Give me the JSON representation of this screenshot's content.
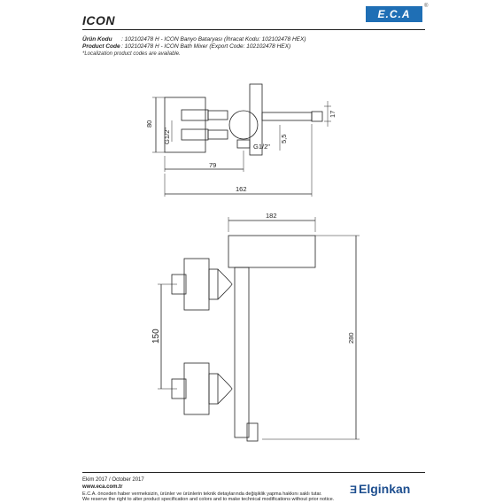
{
  "header": {
    "title": "ICON",
    "logo_text": "E.C.A",
    "logo_registered": "®"
  },
  "product": {
    "urun_kodu_label": "Ürün Kodu",
    "urun_kodu_value": ": 102102478 H - ICON Banyo Bataryası (İhracat Kodu: 102102478 HEX)",
    "product_code_label": "Product Code",
    "product_code_value": ": 102102478 H - ICON Bath Mixer (Export Code: 102102478 HEX)",
    "note": "*Localization product codes are available."
  },
  "dimensions": {
    "top_height": "80",
    "thread_left": "G1/2\"",
    "thread_bottom": "G1/2\"",
    "spout_offset": "5,5",
    "spout_height": "17",
    "depth_body": "79",
    "depth_total": "162",
    "width_total": "182",
    "inlet_distance": "150",
    "height_total": "280"
  },
  "footer": {
    "date": "Ekim 2017 / October 2017",
    "website": "www.eca.com.tr",
    "disclaimer_tr": "E.C.A. önceden haber vermeksizin, ürünler ve ürünlerin teknik detaylarında değişiklik yapma hakkını saklı tutar.",
    "disclaimer_en": "We reserve the right to alter product specification and colors and to make technical modifications without prior notice.",
    "brand": "Elginkan",
    "brand_mark": "Ǝ"
  }
}
